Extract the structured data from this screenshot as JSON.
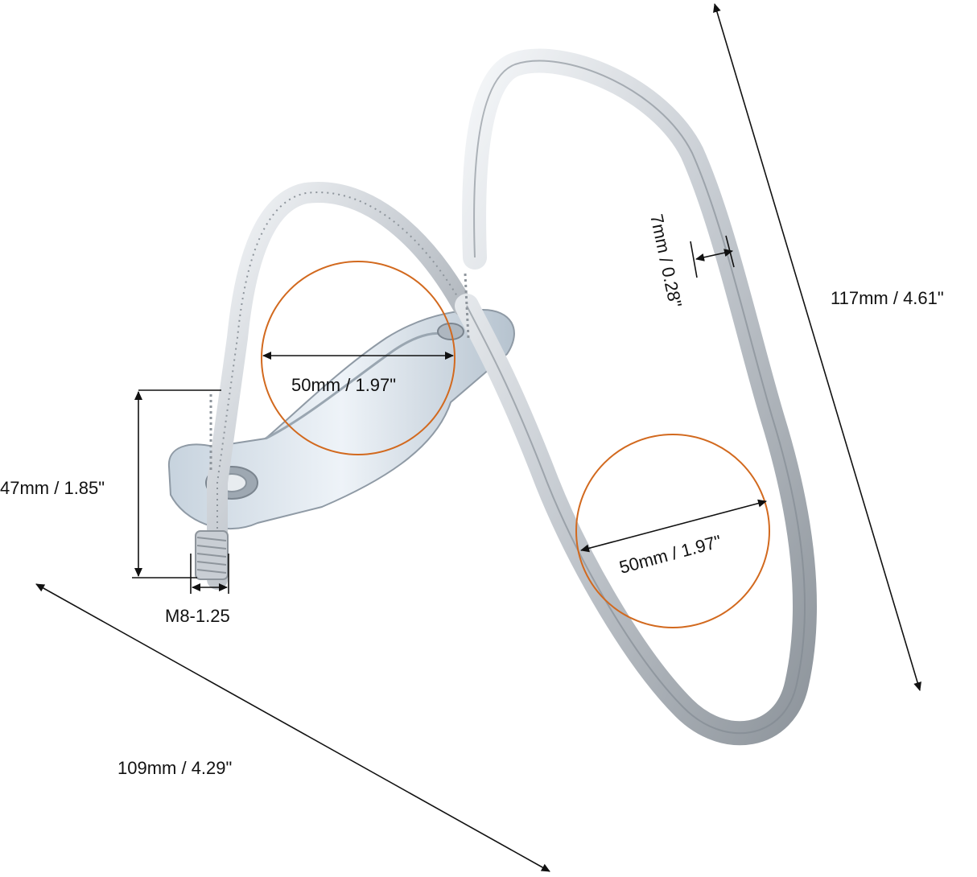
{
  "dimensions": {
    "total_height": "117mm / 4.61\"",
    "total_length": "109mm / 4.29\"",
    "rod_diameter": "7mm / 0.28\"",
    "bolt_length": "47mm / 1.85\"",
    "thread_size": "M8-1.25",
    "upper_clamp_diameter": "50mm / 1.97\"",
    "lower_loop_diameter": "50mm / 1.97\""
  },
  "colors": {
    "metal_light": "#eef1f4",
    "metal_mid": "#c3c8ce",
    "metal_dark": "#8e959c",
    "clamp_blue": "#dce6ef",
    "circle_outline": "#d2691e",
    "dimension_line": "#111111"
  }
}
